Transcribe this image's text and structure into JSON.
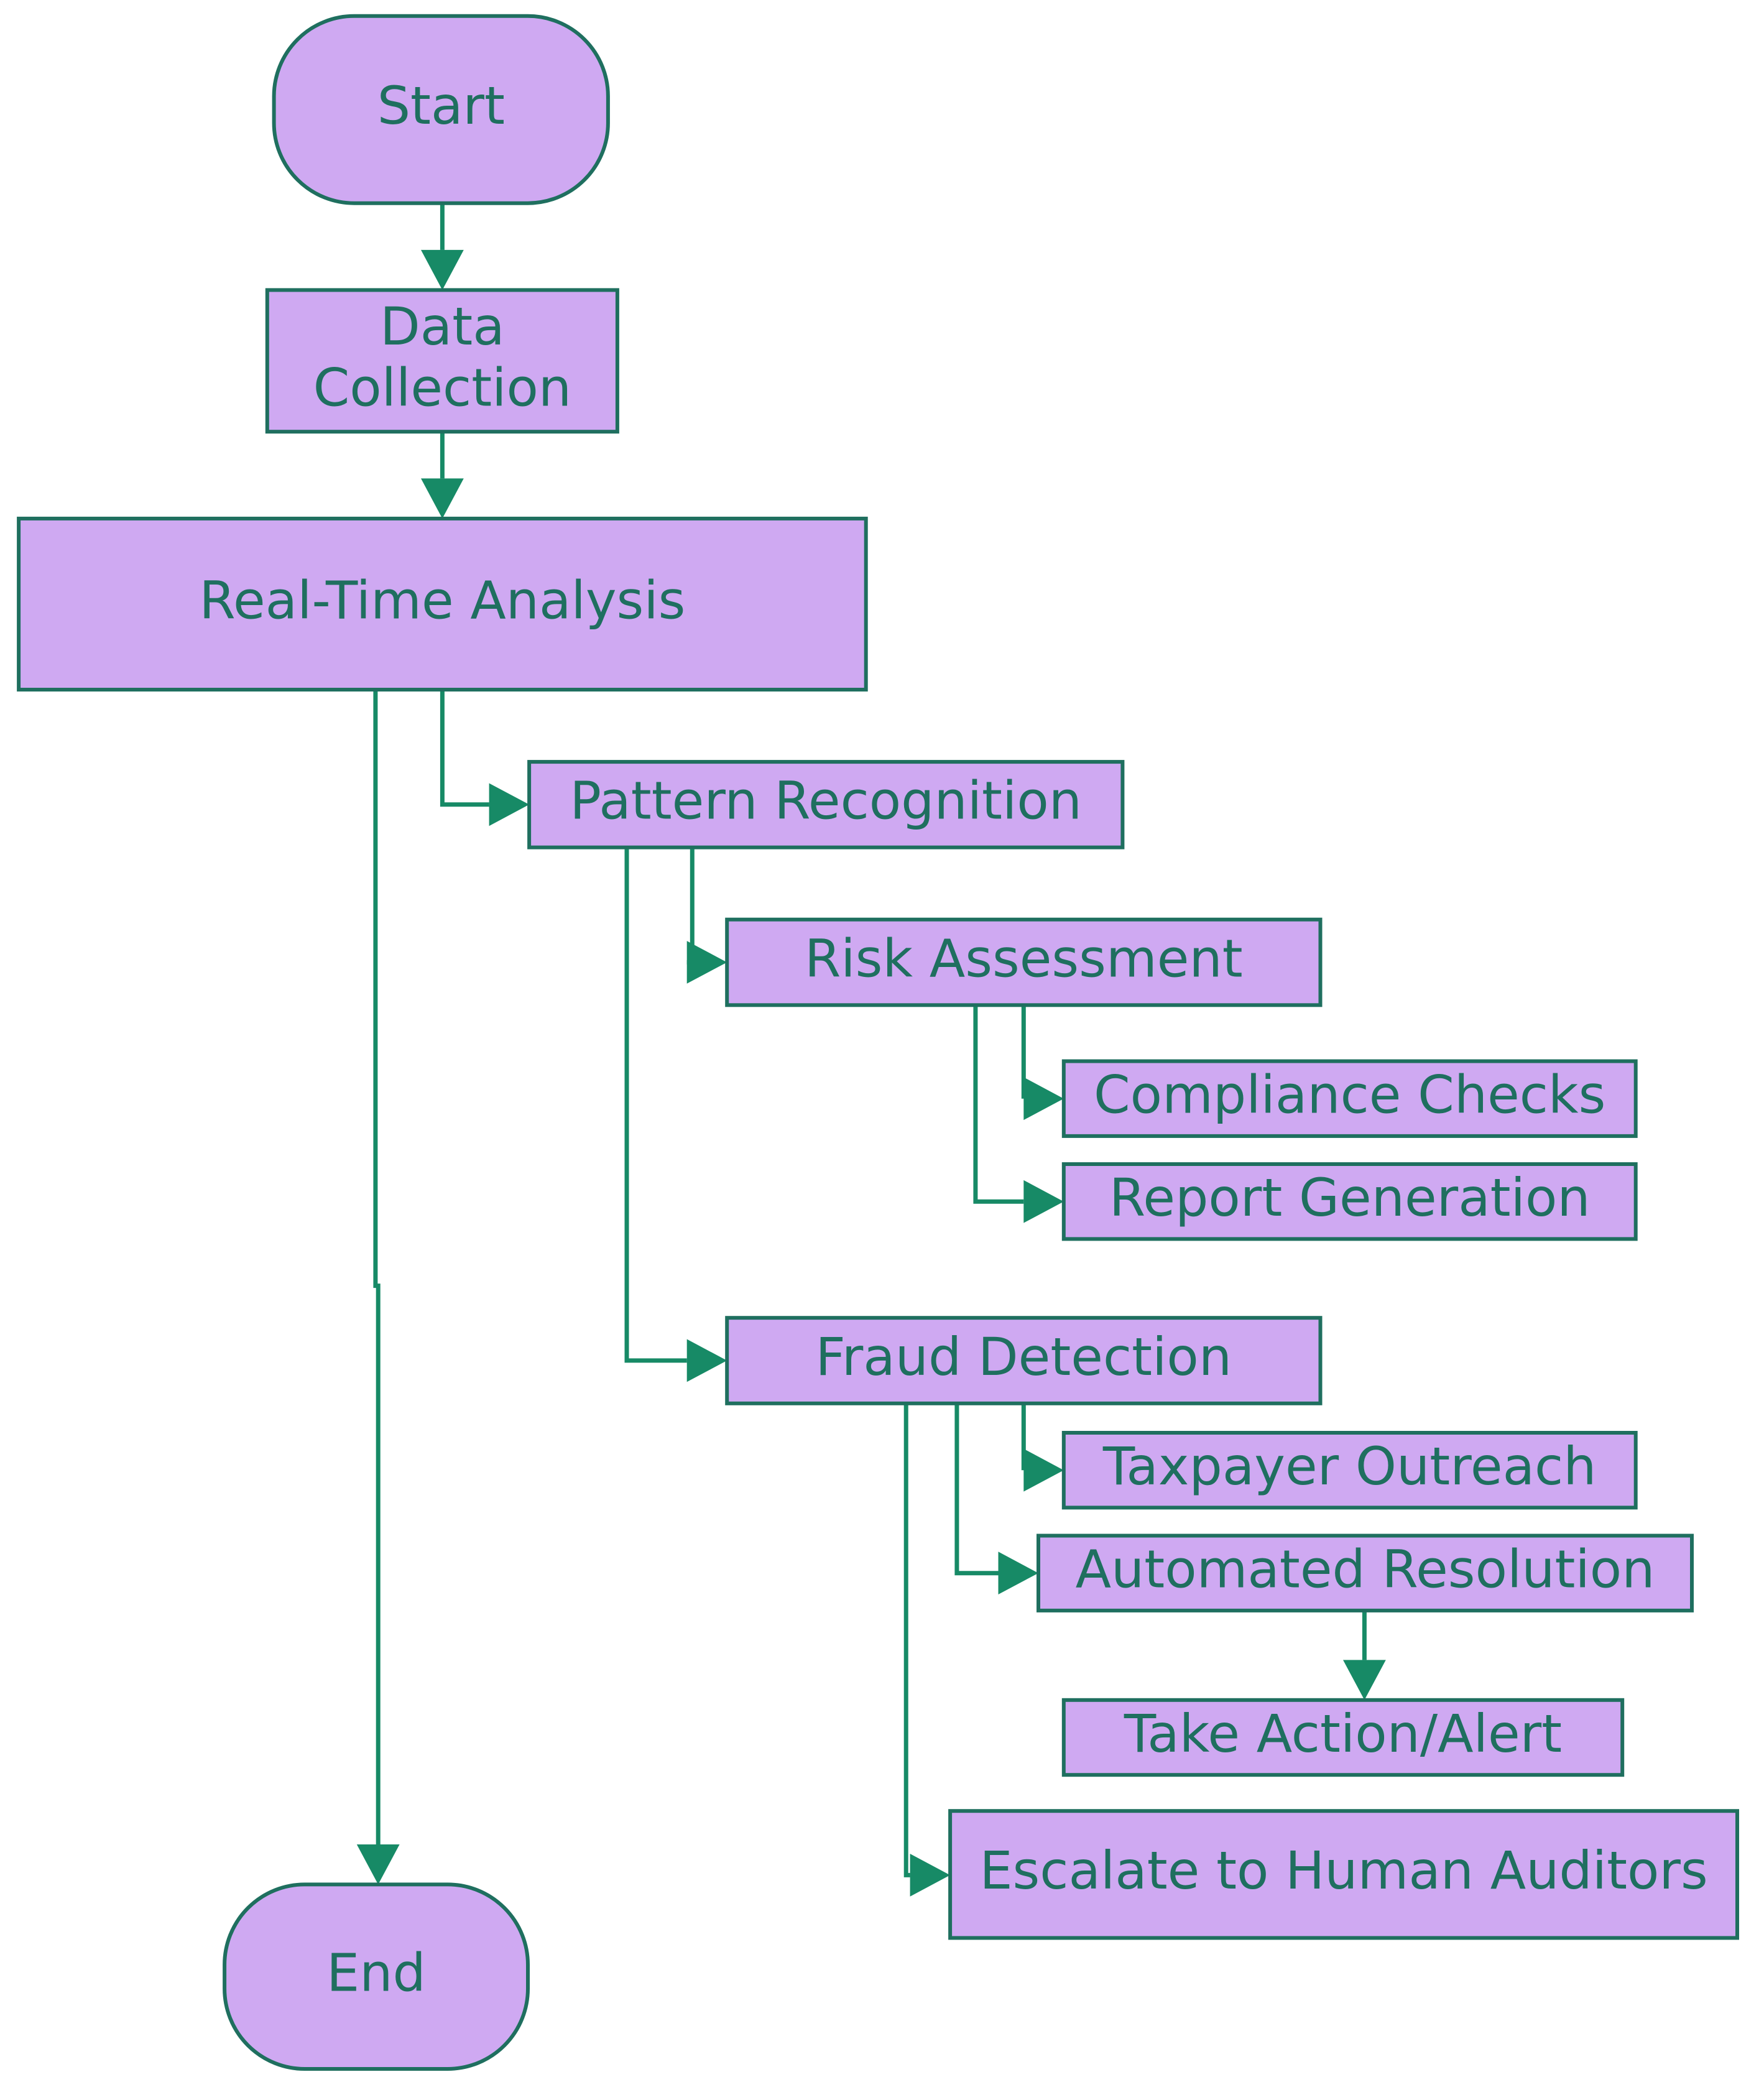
{
  "diagram": {
    "type": "flowchart",
    "colors": {
      "node_fill": "#cfa9f2",
      "node_stroke": "#1f6f5f",
      "text": "#1f6f5f",
      "arrow": "#178a66",
      "background": "#ffffff"
    },
    "nodes": [
      {
        "id": "start",
        "label": "Start",
        "shape": "terminal"
      },
      {
        "id": "data_collection",
        "label": "Data Collection",
        "shape": "process"
      },
      {
        "id": "real_time_analysis",
        "label": "Real-Time Analysis",
        "shape": "process"
      },
      {
        "id": "pattern_recognition",
        "label": "Pattern Recognition",
        "shape": "process"
      },
      {
        "id": "risk_assessment",
        "label": "Risk Assessment",
        "shape": "process"
      },
      {
        "id": "compliance_checks",
        "label": "Compliance Checks",
        "shape": "process"
      },
      {
        "id": "report_generation",
        "label": "Report Generation",
        "shape": "process"
      },
      {
        "id": "fraud_detection",
        "label": "Fraud Detection",
        "shape": "process"
      },
      {
        "id": "taxpayer_outreach",
        "label": "Taxpayer Outreach",
        "shape": "process"
      },
      {
        "id": "automated_resolution",
        "label": "Automated Resolution",
        "shape": "process"
      },
      {
        "id": "take_action_alert",
        "label": "Take Action/Alert",
        "shape": "process"
      },
      {
        "id": "escalate_to_human_auditors",
        "label": "Escalate to Human Auditors",
        "shape": "process"
      },
      {
        "id": "end",
        "label": "End",
        "shape": "terminal"
      }
    ],
    "edges": [
      {
        "from": "start",
        "to": "data_collection"
      },
      {
        "from": "data_collection",
        "to": "real_time_analysis"
      },
      {
        "from": "real_time_analysis",
        "to": "pattern_recognition"
      },
      {
        "from": "real_time_analysis",
        "to": "end"
      },
      {
        "from": "pattern_recognition",
        "to": "risk_assessment"
      },
      {
        "from": "pattern_recognition",
        "to": "fraud_detection"
      },
      {
        "from": "risk_assessment",
        "to": "compliance_checks"
      },
      {
        "from": "risk_assessment",
        "to": "report_generation"
      },
      {
        "from": "fraud_detection",
        "to": "taxpayer_outreach"
      },
      {
        "from": "fraud_detection",
        "to": "automated_resolution"
      },
      {
        "from": "fraud_detection",
        "to": "escalate_to_human_auditors"
      },
      {
        "from": "automated_resolution",
        "to": "take_action_alert"
      }
    ]
  }
}
